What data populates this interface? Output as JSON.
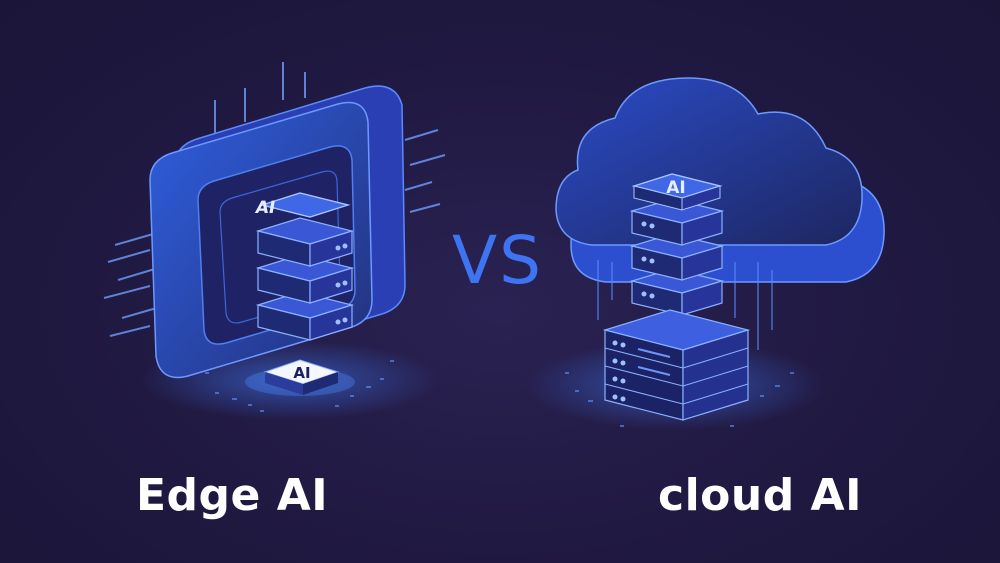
{
  "scene": {
    "left_caption": "Edge AI",
    "right_caption": "cloud AI",
    "separator": "VS"
  },
  "left_illustration": {
    "chip_labels": [
      "AI",
      "AI"
    ]
  },
  "right_illustration": {
    "chip_labels": [
      "AI"
    ]
  },
  "colors": {
    "background": "#221a45",
    "accent_blue": "#3e74f2",
    "glow_blue": "#4d8dff",
    "text": "#ffffff"
  },
  "icons": [
    "edge-device-icon",
    "server-stack-icon",
    "cloud-icon",
    "ai-chip-icon"
  ]
}
